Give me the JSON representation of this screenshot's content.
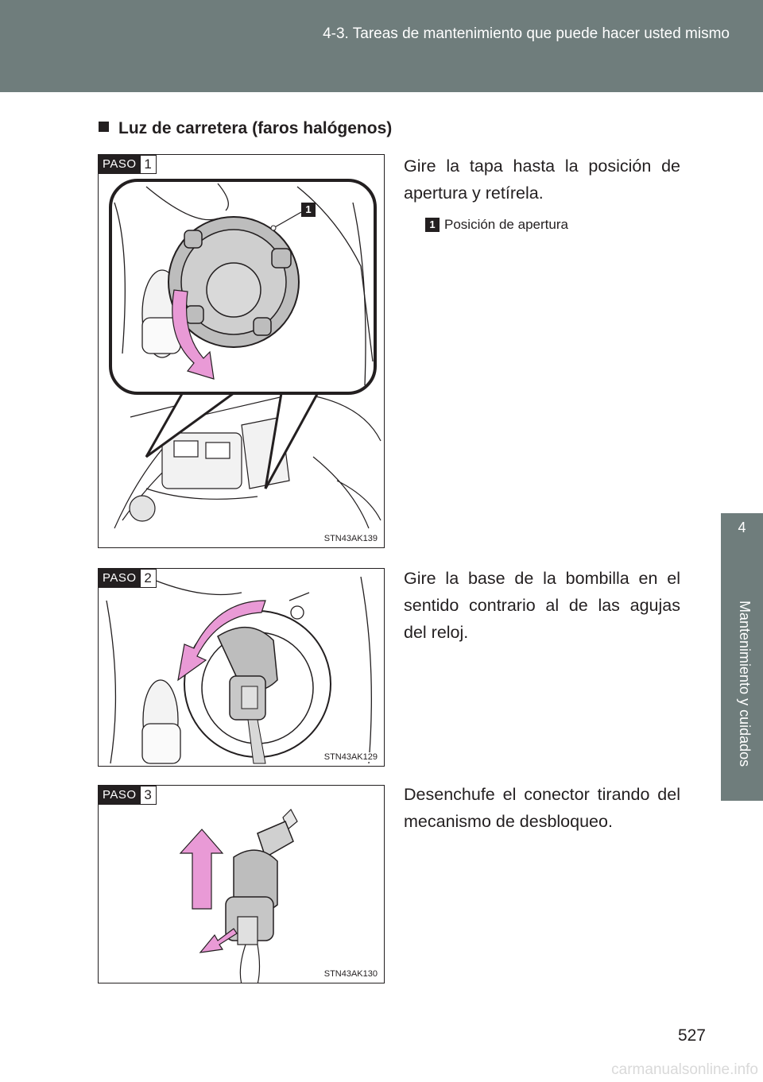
{
  "header": {
    "title": "4-3. Tareas de mantenimiento que puede hacer usted mismo"
  },
  "side_tab": {
    "number": "4",
    "label": "Mantenimiento y cuidados"
  },
  "section": {
    "title": "Luz de carretera (faros halógenos)"
  },
  "steps": [
    {
      "badge_word": "PASO",
      "badge_num": "1",
      "instruction": "Gire la tapa hasta la posición de apertura y retírela.",
      "figure_code": "STN43AK139",
      "callout_num": "1",
      "legend_num": "1",
      "legend_text": "Posición de apertura"
    },
    {
      "badge_word": "PASO",
      "badge_num": "2",
      "instruction": "Gire la base de la bombilla en el sentido contrario al de las agujas del reloj.",
      "figure_code": "STN43AK129"
    },
    {
      "badge_word": "PASO",
      "badge_num": "3",
      "instruction": "Desenchufe el conector tirando del mecanismo de desbloqueo.",
      "figure_code": "STN43AK130"
    }
  ],
  "page_number": "527",
  "watermark": "carmanualsonline.info",
  "colors": {
    "header_bg": "#6f7d7c",
    "arrow_pink": "#e99ad6",
    "ink": "#231f20"
  }
}
